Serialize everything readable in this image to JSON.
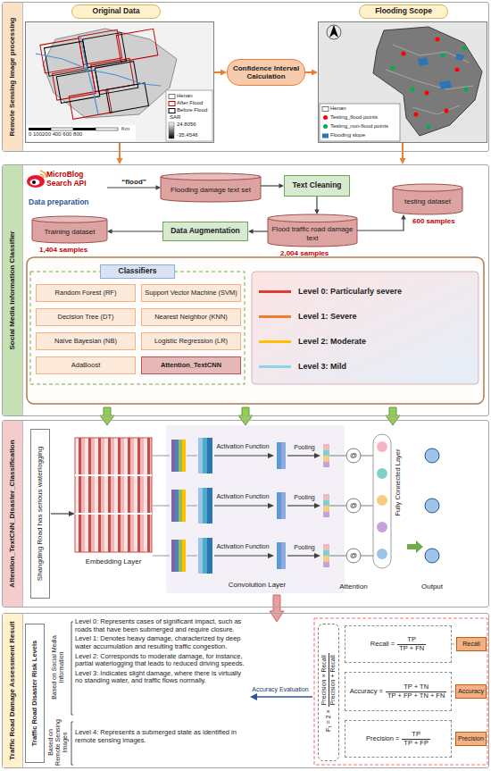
{
  "diagram": {
    "nodes": [
      {
        "text": [
          "Remote Sensing Image processing"
        ]
      },
      {
        "text": [
          "Original Data"
        ],
        "in": 0
      },
      {
        "text": [
          "Henan",
          "After Flood",
          "Before Flood",
          "SAR",
          "24.8056",
          "-35.4546",
          "0 100200 400 600 800",
          "Km"
        ],
        "in": 0
      },
      {
        "text": [
          "Confidence Interval Calculation"
        ],
        "in": 0
      },
      {
        "text": [
          "Flooding Scope"
        ],
        "in": 0
      },
      {
        "text": [
          "Henan",
          "Testing_flood points",
          "Testing_non-flood points",
          "Flooding slope"
        ],
        "in": 0
      },
      {
        "text": [
          "Social Media Information Classifier"
        ]
      },
      {
        "text": [
          "MicroBlog Search API",
          "Data preparation"
        ],
        "in": 6
      },
      {
        "text": [
          "Flooding damage text set"
        ],
        "in": 6
      },
      {
        "text": [
          "Text Cleaning"
        ],
        "in": 6
      },
      {
        "text": [
          "testing dataset"
        ],
        "in": 6
      },
      {
        "text": [
          "Training dataset"
        ],
        "in": 6
      },
      {
        "text": [
          "Data Augmentation"
        ],
        "in": 6
      },
      {
        "text": [
          "Flood traffic road damage text"
        ],
        "in": 6
      },
      {
        "text": [
          "Classifiers"
        ],
        "in": 6
      },
      {
        "text": [
          "Random Forest (RF)"
        ],
        "in": 6
      },
      {
        "text": [
          "Support Vector Machine (SVM)"
        ],
        "in": 6
      },
      {
        "text": [
          "Decision Tree (DT)"
        ],
        "in": 6
      },
      {
        "text": [
          "Nearest Neighbor (KNN)"
        ],
        "in": 6
      },
      {
        "text": [
          "Naïve Bayesian (NB)"
        ],
        "in": 6
      },
      {
        "text": [
          "Logistic Regression (LR)"
        ],
        "in": 6
      },
      {
        "text": [
          "AdaBoost"
        ],
        "in": 6
      },
      {
        "text": [
          "Attention_TextCNN"
        ],
        "in": 6
      },
      {
        "text": [
          "Attention_TextCNN_Disaster_Classification"
        ]
      },
      {
        "text": [
          "Shangding Road has serious waterlogging"
        ],
        "in": 23
      },
      {
        "text": [
          "Traffic Road Damage Assessment Result"
        ]
      },
      {
        "text": [
          "Traffic Road Disaster Risk Levels"
        ],
        "in": 25
      },
      {
        "text": [
          "F₁ = 2 ×",
          "Precision × Recall",
          "Precision + Recall"
        ],
        "in": 25
      },
      {
        "text": [
          "Recall =",
          "TP",
          "TP + FN"
        ],
        "in": 25
      },
      {
        "text": [
          "Recall"
        ],
        "in": 25
      },
      {
        "text": [
          "Accuracy =",
          "TP + TN",
          "TP + FP + TN + FN"
        ],
        "in": 25
      },
      {
        "text": [
          "Accuracy"
        ],
        "in": 25
      },
      {
        "text": [
          "Precision =",
          "TP",
          "TP + FP"
        ],
        "in": 25
      },
      {
        "text": [
          "Precision"
        ],
        "in": 25
      }
    ],
    "edges": [
      {
        "from": 2,
        "to": 3,
        "arrow": "to"
      },
      {
        "from": 3,
        "to": 5,
        "arrow": "to"
      },
      {
        "from": 2,
        "to": 6,
        "arrow": "to"
      },
      {
        "from": 5,
        "to": 6,
        "arrow": "to"
      },
      {
        "from": 7,
        "to": 8,
        "arrow": "to",
        "label": "“flood”"
      },
      {
        "from": 8,
        "to": 9,
        "arrow": "to"
      },
      {
        "from": 9,
        "to": 13,
        "arrow": "to"
      },
      {
        "from": 13,
        "to": 12,
        "arrow": "to"
      },
      {
        "from": 12,
        "to": 11,
        "arrow": "to"
      },
      {
        "from": 13,
        "to": 10,
        "arrow": "to"
      },
      {
        "from": 28,
        "to": 29,
        "arrow": "none"
      },
      {
        "from": 30,
        "to": 31,
        "arrow": "none"
      },
      {
        "from": 32,
        "to": 33,
        "arrow": "none"
      }
    ],
    "labels": [
      "1,404 samples",
      "2,004 samples",
      "600 samples",
      "Embedding Layer",
      "Activation Function",
      "Activation Function",
      "Activation Function",
      "Pooling",
      "Pooling",
      "Pooling",
      "@",
      "@",
      "@",
      "Convolution Layer",
      "Attention",
      "Fully Connected Layer",
      "Output",
      "Based on Social Media Information",
      "Based on Remote Sensing Images",
      "Level 0: Represents cases of significant impact, such as roads that have been submerged and require closure.",
      "Level 1: Denotes heavy damage, characterized by deep water accumulation and resulting traffic congestion.",
      "Level 2: Corresponds to moderate damage, for instance, partial waterlogging that leads to reduced driving speeds.",
      "Level 3: Indicates slight damage, where there is virtually no standing water, and traffic flows normally.",
      "Level 4: Represents a submerged state as identified in remote sensing images.",
      "Accuracy Evaluation"
    ],
    "legend": [
      {
        "text": "Level 0: Particularly severe",
        "color": "#e03b3b"
      },
      {
        "text": "Level 1: Severe",
        "color": "#ed7d31"
      },
      {
        "text": "Level 2: Moderate",
        "color": "#ffc000"
      },
      {
        "text": "Level 3: Mild",
        "color": "#8fd3e8"
      }
    ]
  }
}
